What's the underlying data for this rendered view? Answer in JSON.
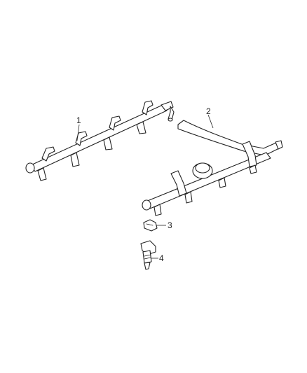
{
  "diagram": {
    "background": "#ffffff",
    "line_color": "#222222",
    "callouts": [
      {
        "id": "1",
        "label": "1"
      },
      {
        "id": "2",
        "label": "2"
      },
      {
        "id": "3",
        "label": "3"
      },
      {
        "id": "4",
        "label": "4"
      }
    ]
  }
}
